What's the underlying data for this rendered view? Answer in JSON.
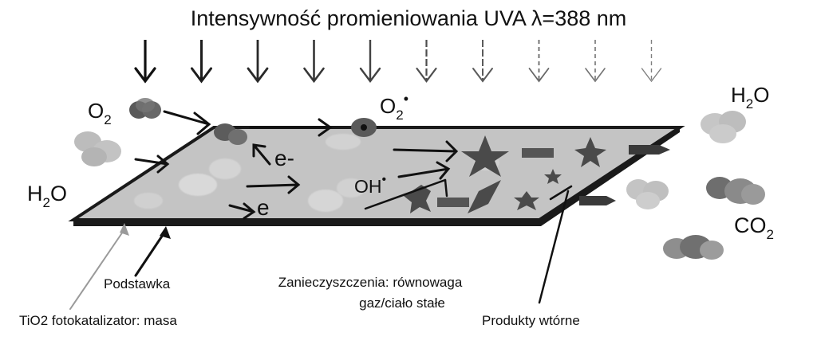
{
  "title": "Intensywność promieniowania UVA λ=388 nm",
  "molecules": {
    "o2": {
      "main": "O",
      "sub": "2"
    },
    "o2_radical": {
      "main": "O",
      "sub": "2",
      "dot": "•"
    },
    "h2o_left": {
      "main": "H",
      "sub": "2",
      "tail": "O"
    },
    "h2o_right": {
      "main": "H",
      "sub": "2",
      "tail": "O"
    },
    "co2": {
      "main": "CO",
      "sub": "2"
    },
    "oh_radical": {
      "main": "OH",
      "dot": "•"
    }
  },
  "electrons": {
    "e_minus": "e-",
    "e": "e"
  },
  "labels": {
    "podstawka": "Podstawka",
    "tio2": "TiO2 fotokatalizator: masa",
    "zanieczyszczenia_line1": "Zanieczyszczenia: równowaga",
    "zanieczyszczenia_line2": "gaz/ciało stałe",
    "produkty": "Produkty wtórne"
  },
  "colors": {
    "plate_top": "#c4c4c4",
    "plate_edge": "#1a1a1a",
    "molecule_dark": "#595959",
    "molecule_light": "#b8b8b8",
    "adsorbed_light": "#d9d9d9"
  },
  "uv_arrow_count": 10
}
